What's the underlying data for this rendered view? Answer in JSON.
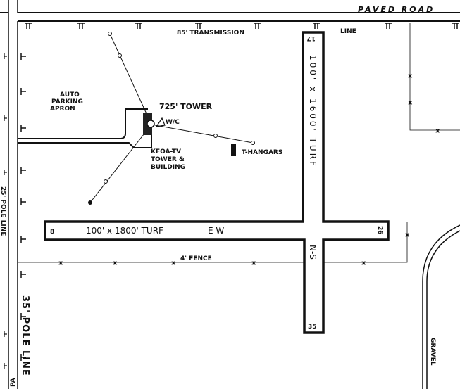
{
  "road": {
    "paved": "PAVED ROAD",
    "paved_corner": "PA",
    "gravel": "GRAVEL"
  },
  "transmission": {
    "label": "85' TRANSMISSION",
    "label_end": "LINE"
  },
  "apron": {
    "line1": "AUTO",
    "line2": "PARKING",
    "line3": "APRON"
  },
  "tower": {
    "label": "725' TOWER",
    "wc": "W/C"
  },
  "kfoa": {
    "line1": "KFOA-TV",
    "line2": "TOWER &",
    "line3": "BUILDING"
  },
  "hangars": {
    "label": "T-HANGARS"
  },
  "runway_ew": {
    "label": "100' x 1800' TURF",
    "dir": "E-W",
    "end_west": "8",
    "end_east": "26"
  },
  "runway_ns": {
    "label": "100' x 1600' TURF",
    "dir": "N-S",
    "end_north": "17",
    "end_south": "35"
  },
  "fence": {
    "label": "4' FENCE"
  },
  "pole_lines": {
    "inner": "35' POLE LINE",
    "outer": "25' POLE LINE"
  },
  "colors": {
    "ink": "#111111",
    "paper": "#ffffff"
  }
}
